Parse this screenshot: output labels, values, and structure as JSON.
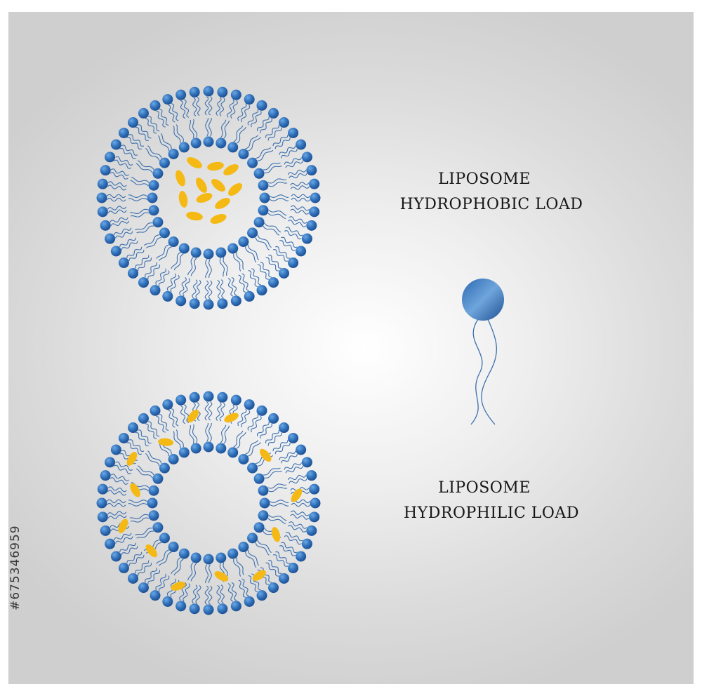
{
  "labels": {
    "top_line1": "LIPOSOME",
    "top_line2": "HYDROPHOBIC LOAD",
    "bottom_line1": "LIPOSOME",
    "bottom_line2": "HYDROPHILIC LOAD"
  },
  "stock_id": "#675346959",
  "colors": {
    "head_light": "#4a8fd4",
    "head_dark": "#1b4f94",
    "tail": "#3c6fae",
    "cargo": "#f5b915",
    "panel": "#dcdcdc"
  },
  "liposomes": [
    {
      "name": "hydrophobic-load-liposome",
      "outer_heads": 48,
      "inner_heads": 28,
      "cargo_location": "core",
      "cargo_count": 12
    },
    {
      "name": "hydrophilic-load-liposome",
      "outer_heads": 48,
      "inner_heads": 28,
      "cargo_location": "bilayer",
      "cargo_count": 13
    }
  ],
  "phospholipid": {
    "name": "single-phospholipid",
    "tails": 2
  }
}
